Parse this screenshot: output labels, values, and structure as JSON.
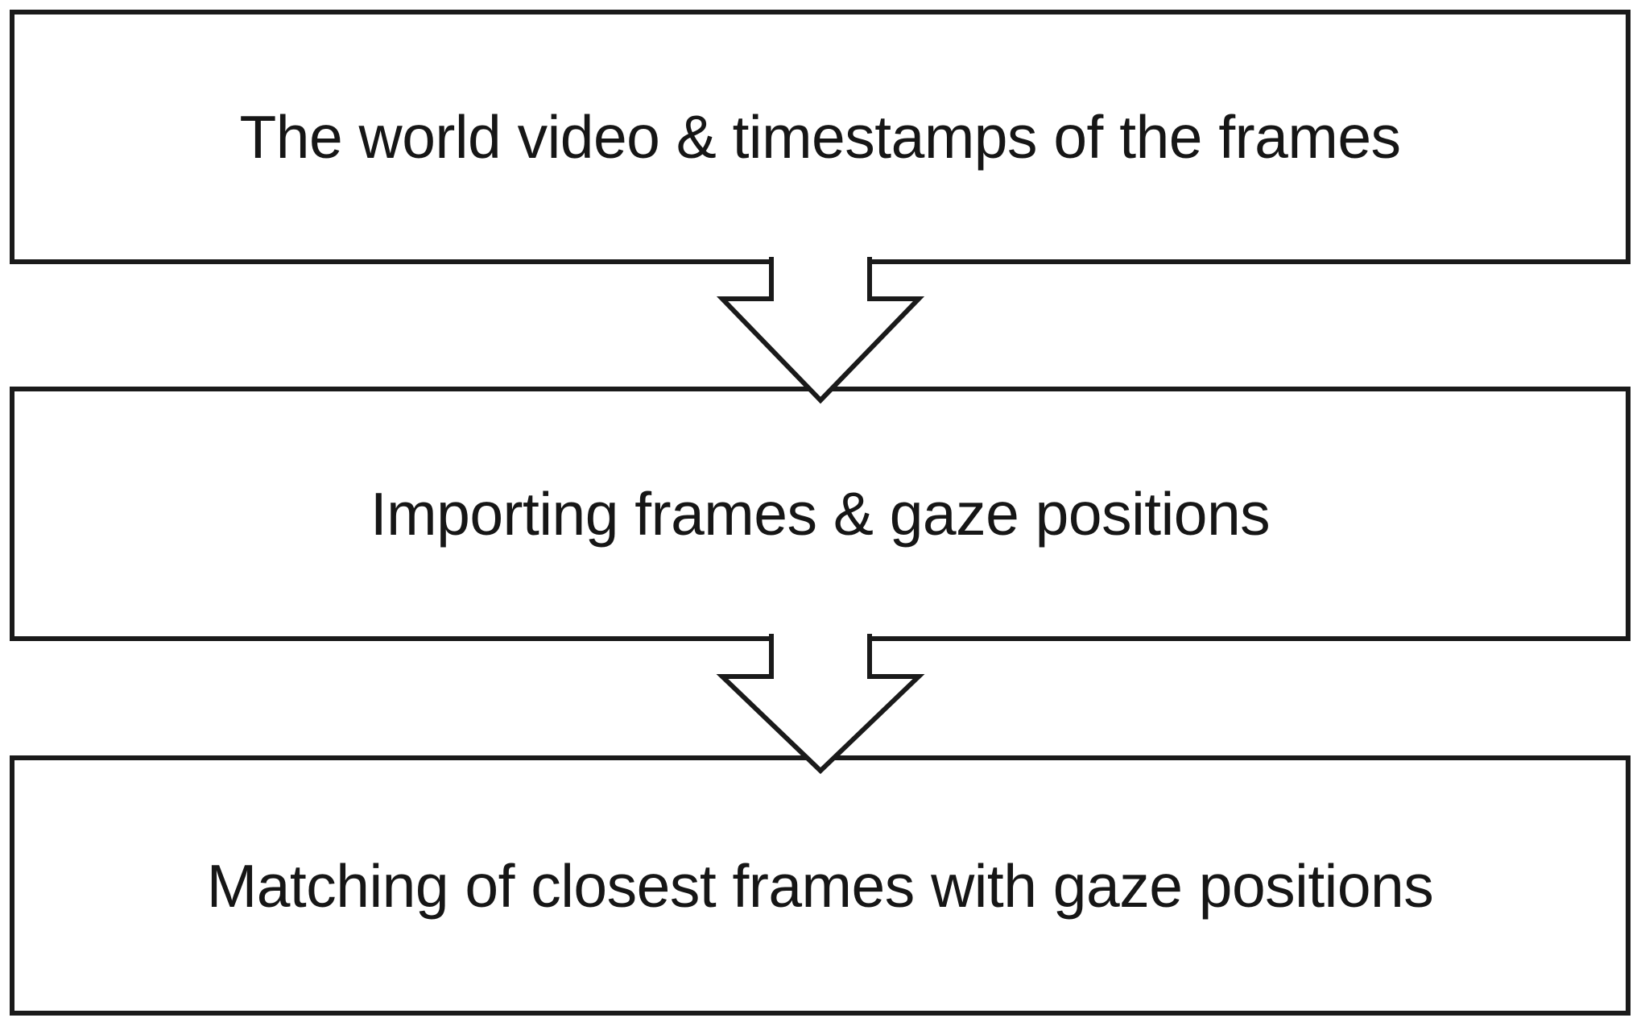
{
  "diagram": {
    "type": "flowchart",
    "orientation": "vertical",
    "steps": [
      {
        "id": 1,
        "label": "The world video & timestamps of the frames"
      },
      {
        "id": 2,
        "label": "Importing frames & gaze positions"
      },
      {
        "id": 3,
        "label": "Matching of closest frames with gaze positions"
      }
    ],
    "connectors": [
      {
        "from": 1,
        "to": 2,
        "style": "hollow-block-down-arrow"
      },
      {
        "from": 2,
        "to": 3,
        "style": "hollow-block-down-arrow"
      }
    ],
    "colors": {
      "background": "#ffffff",
      "box_fill": "#ffffff",
      "box_border": "#1a1a1a",
      "text": "#161616"
    }
  }
}
